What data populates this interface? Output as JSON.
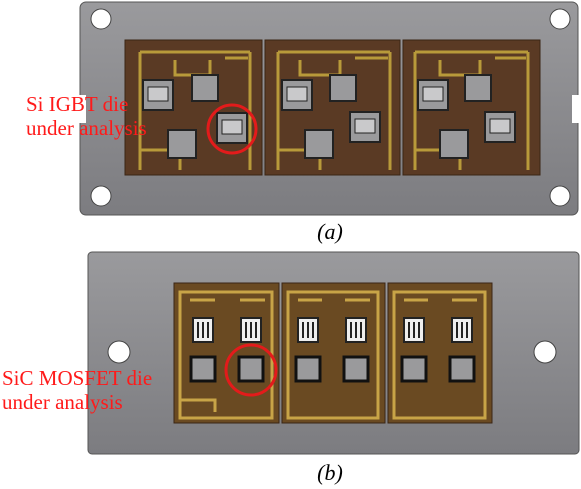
{
  "panel_a": {
    "annotation_line1": "Si IGBT die",
    "annotation_line2": "under analysis",
    "caption": "(a)"
  },
  "panel_b": {
    "annotation_line1": "SiC MOSFET die",
    "annotation_line2": "under analysis",
    "caption": "(b)"
  },
  "colors": {
    "baseplate": "#8a8a8d",
    "substrate": "#5a3a24",
    "trace": "#b89a3a",
    "die": "#9a9a9c",
    "highlight": "#e31b1b"
  }
}
